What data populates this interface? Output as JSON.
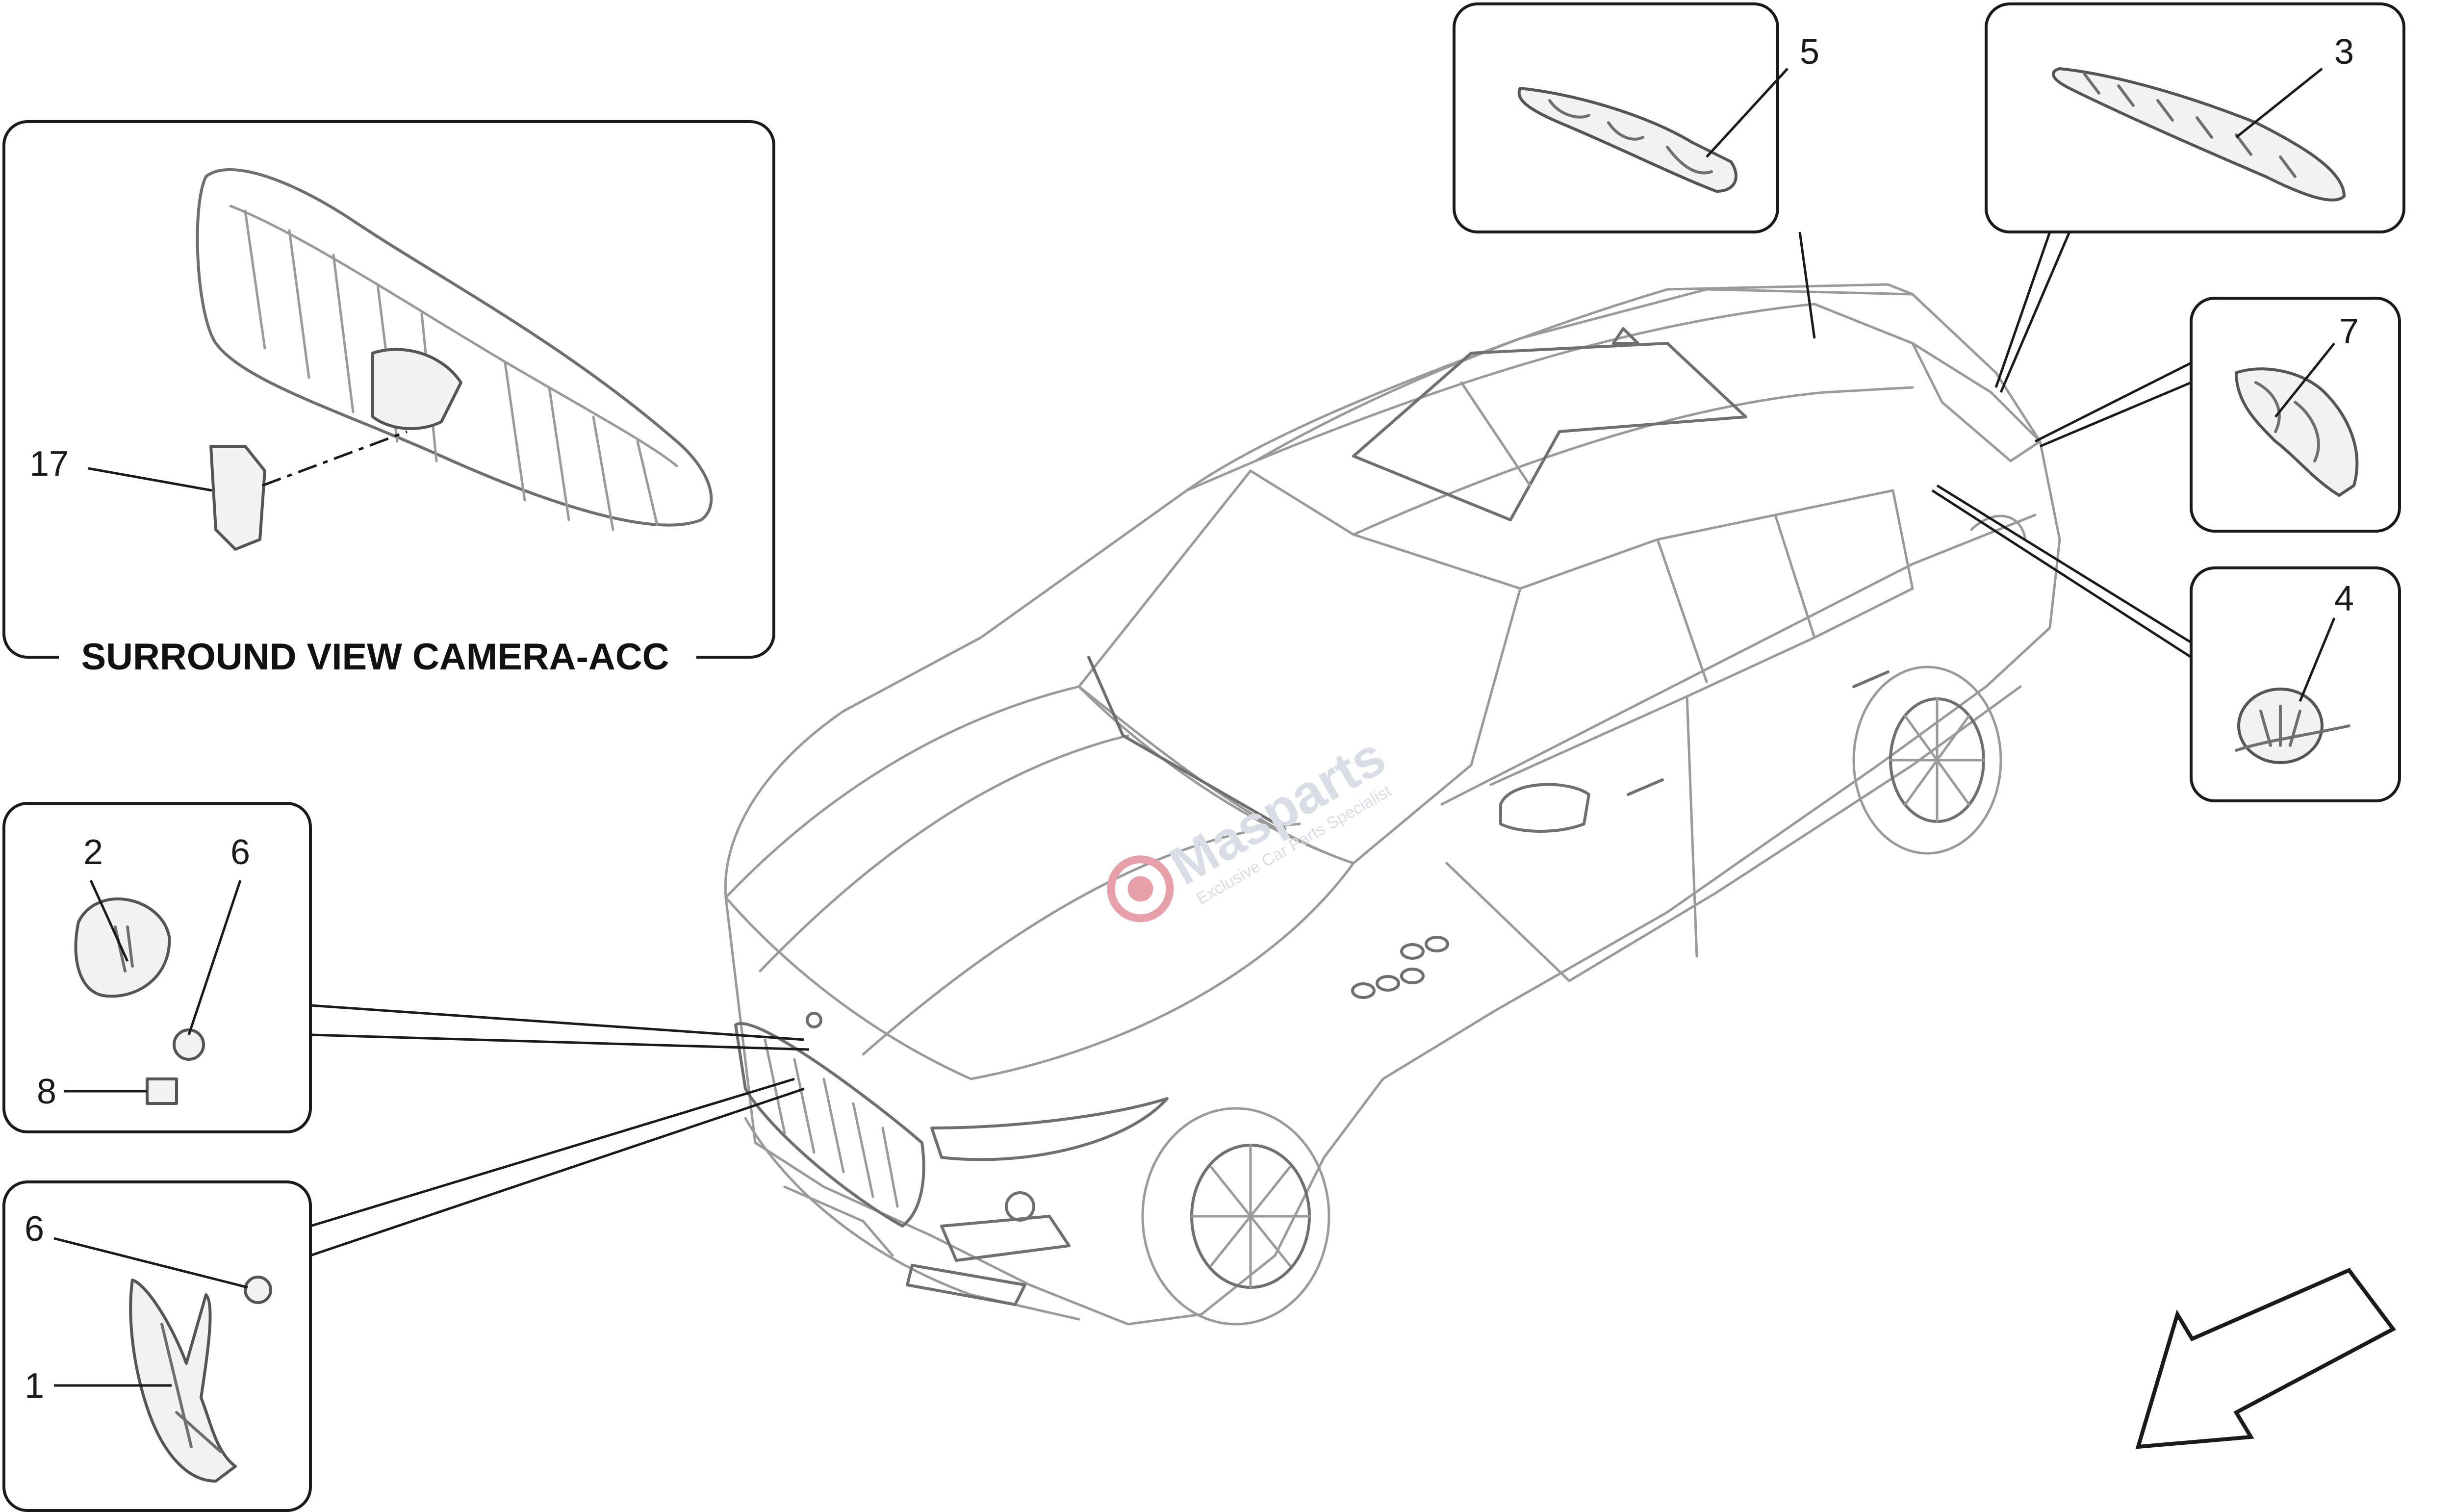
{
  "panel_caption": "SURROUND VIEW CAMERA-ACC",
  "callouts": {
    "c1": "1",
    "c2": "2",
    "c3": "3",
    "c4": "4",
    "c5": "5",
    "c6a": "6",
    "c6b": "6",
    "c7": "7",
    "c8": "8",
    "c17": "17"
  },
  "watermark": {
    "brand": "Masparts",
    "tagline": "Exclusive Car Parts Specialist"
  },
  "colors": {
    "line": "#1a1a1a",
    "outline": "#9a9a9a",
    "watermark": "#d9dde6",
    "watermark_logo": "#e8a0a8"
  }
}
